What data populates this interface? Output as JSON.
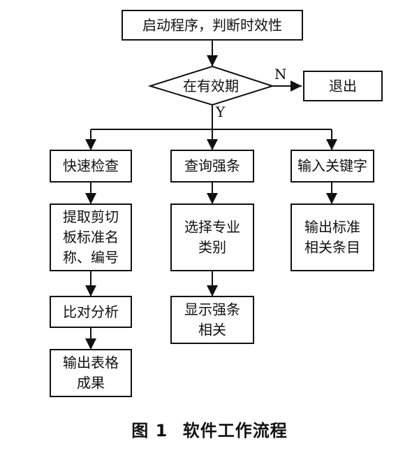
{
  "diagram": {
    "nodes": {
      "start": [
        "启动程序，判断时效性"
      ],
      "decision": [
        "在有效期"
      ],
      "exit": [
        "退出"
      ],
      "quick_check": [
        "快速检查"
      ],
      "extract": [
        "提取剪切",
        "板标准名",
        "称、编号"
      ],
      "compare": [
        "比对分析"
      ],
      "output_table": [
        "输出表格",
        "成果"
      ],
      "query_rules": [
        "查询强条"
      ],
      "select_category": [
        "选择专业",
        "类别"
      ],
      "show_rules": [
        "显示强条",
        "相关"
      ],
      "input_keyword": [
        "输入关键字"
      ],
      "output_standard": [
        "输出标准",
        "相关条目"
      ]
    },
    "branch_labels": {
      "no": "N",
      "yes": "Y"
    }
  },
  "caption": {
    "number": "图 1",
    "title": "软件工作流程"
  }
}
